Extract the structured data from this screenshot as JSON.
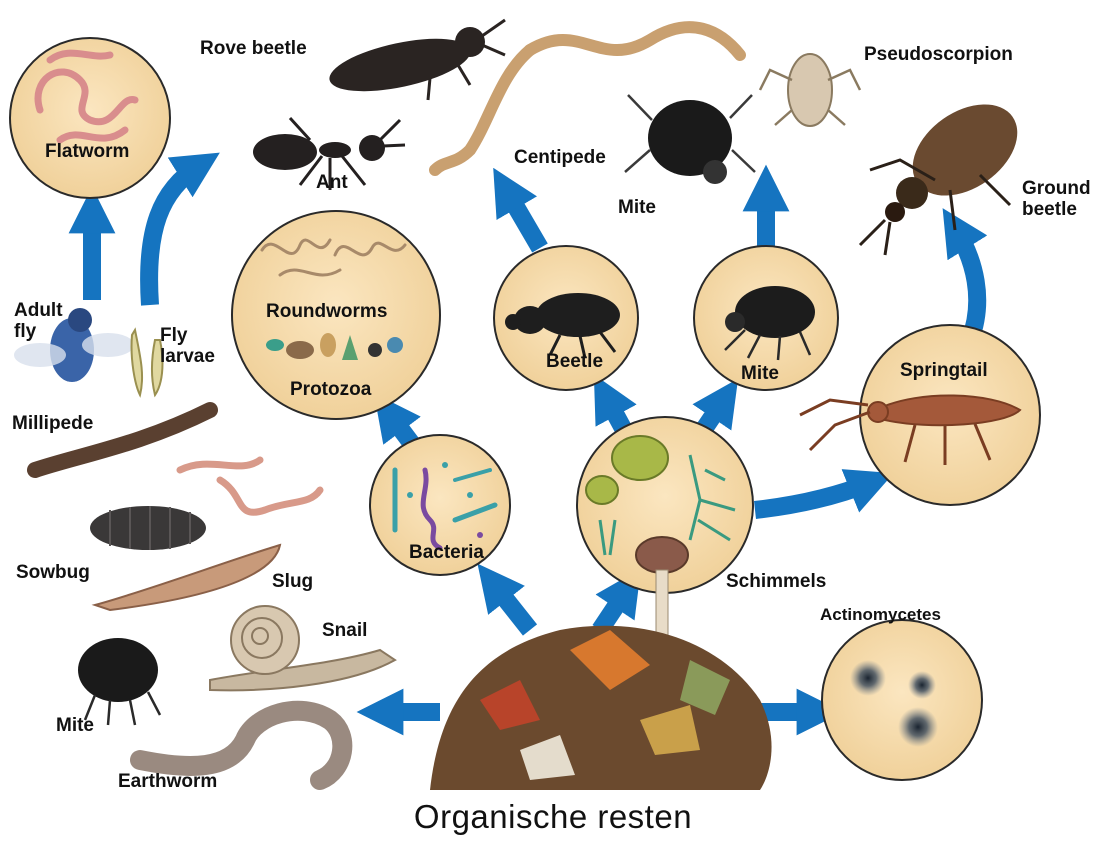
{
  "title": "Organische resten",
  "colors": {
    "arrow": "#1574c0",
    "circle_fill": "#f5d9a8",
    "circle_stroke": "#2a2a2a",
    "litter_brown": "#6b4a2e",
    "leaf_orange": "#d7782e"
  },
  "labels": {
    "rove_beetle": "Rove beetle",
    "pseudoscorpion": "Pseudoscorpion",
    "flatworm": "Flatworm",
    "centipede": "Centipede",
    "ant": "Ant",
    "mite_top": "Mite",
    "ground_beetle": "Ground\nbeetle",
    "adult_fly": "Adult\nfly",
    "fly_larvae": "Fly\nlarvae",
    "roundworms": "Roundworms",
    "protozoa": "Protozoa",
    "beetle": "Beetle",
    "mite_circle": "Mite",
    "springtail": "Springtail",
    "millipede": "Millipede",
    "bacteria": "Bacteria",
    "sowbug": "Sowbug",
    "schimmels": "Schimmels",
    "slug": "Slug",
    "snail": "Snail",
    "actinomycetes": "Actinomycetes",
    "mite_bottom": "Mite",
    "earthworm": "Earthworm"
  },
  "icons": [
    "rove-beetle-icon",
    "ant-icon",
    "centipede-icon",
    "mite-icon",
    "pseudoscorpion-icon",
    "ground-beetle-icon",
    "flatworm-icon",
    "fly-icon",
    "fly-larvae-icon",
    "millipede-icon",
    "sowbug-icon",
    "slug-icon",
    "snail-icon",
    "earthworm-icon",
    "roundworm-icon",
    "protozoa-icon",
    "bacteria-icon",
    "fungi-icon",
    "springtail-icon",
    "actinomycetes-icon",
    "organic-litter-icon"
  ]
}
